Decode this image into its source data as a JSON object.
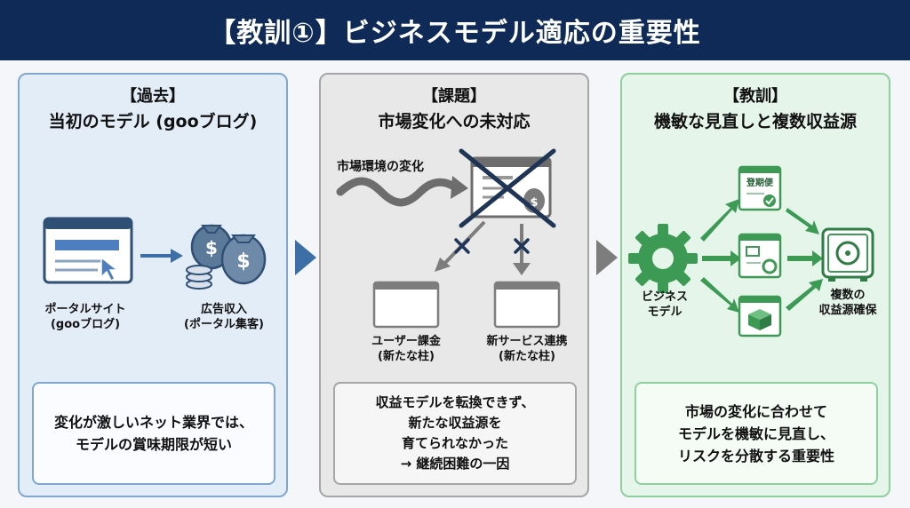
{
  "title": "【教訓①】ビジネスモデル適応の重要性",
  "colors": {
    "header": "#0f2a57",
    "blue_accent": "#3d6ea5",
    "gray_accent": "#888888",
    "green_accent": "#3c9a55"
  },
  "past": {
    "tag": "【過去】",
    "title": "当初のモデル (gooブログ)",
    "portal_label": [
      "ポータルサイト",
      "(gooブログ)"
    ],
    "ad_label": [
      "広告収入",
      "(ポータル集客)"
    ],
    "summary": [
      "変化が激しいネット業界では、",
      "モデルの賞味期限が短い"
    ]
  },
  "issue": {
    "tag": "【課題】",
    "title": "市場変化への未対応",
    "market_label": "市場環境の変化",
    "user_label": [
      "ユーザー課金",
      "(新たな柱)"
    ],
    "service_label": [
      "新サービス連携",
      "(新たな柱)"
    ],
    "summary": [
      "収益モデルを転換できず、",
      "新たな収益源を",
      "育てられなかった",
      "→ 継続困難の一因"
    ]
  },
  "lesson": {
    "tag": "【教訓】",
    "title": "機敏な見直しと複数収益源",
    "business_label": [
      "ビジネス",
      "モデル"
    ],
    "registry_label": "登期便",
    "multi_label": [
      "複数の",
      "収益源確保"
    ],
    "summary": [
      "市場の変化に合わせて",
      "モデルを機敏に見直し、",
      "リスクを分散する重要性"
    ]
  },
  "icons": [
    "browser-window-icon",
    "cursor-icon",
    "money-bag-icon",
    "coin-stack-icon",
    "wavy-arrow-icon",
    "cross-icon",
    "gear-icon",
    "safe-icon",
    "document-icon",
    "box-icon"
  ]
}
